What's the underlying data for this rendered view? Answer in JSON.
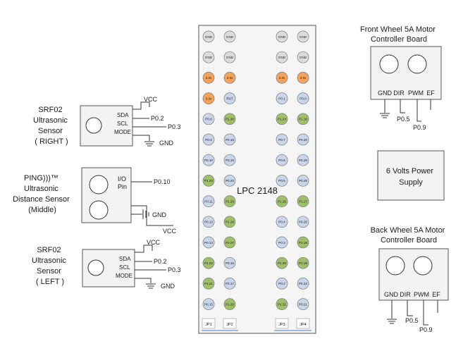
{
  "colors": {
    "gnd": "#dcdcdc",
    "v33": "#f2a35e",
    "p0": "#c9d6ea",
    "p1": "#9fbf6a",
    "pin_stroke": "#7a7a7a",
    "header_line": "#7ea6d8"
  },
  "board": {
    "label": "LPC 2148",
    "headers": [
      "JP1",
      "JP2",
      "JP3",
      "JP4"
    ],
    "columns": [
      [
        {
          "label": "GND",
          "type": "gnd"
        },
        {
          "label": "GND",
          "type": "gnd"
        },
        {
          "label": "3.3v",
          "type": "v33"
        },
        {
          "label": "3.3v",
          "type": "v33"
        },
        {
          "label": "P0.8",
          "type": "p0"
        },
        {
          "label": "P0.9",
          "type": "p0"
        },
        {
          "label": "P0.10",
          "type": "p0"
        },
        {
          "label": "P1.23",
          "type": "p1"
        },
        {
          "label": "P0.11",
          "type": "p0"
        },
        {
          "label": "P0.12",
          "type": "p0"
        },
        {
          "label": "P0.13",
          "type": "p0"
        },
        {
          "label": "P1.22",
          "type": "p1"
        },
        {
          "label": "P1.21",
          "type": "p1"
        },
        {
          "label": "P0.15",
          "type": "p0"
        }
      ],
      [
        {
          "label": "GND",
          "type": "gnd"
        },
        {
          "label": "GND",
          "type": "gnd"
        },
        {
          "label": "3.3v",
          "type": "v33"
        },
        {
          "label": "RST",
          "type": "p0"
        },
        {
          "label": "P1.30",
          "type": "p1"
        },
        {
          "label": "P0.18",
          "type": "p0"
        },
        {
          "label": "P0.19",
          "type": "p0"
        },
        {
          "label": "P0.20",
          "type": "p0"
        },
        {
          "label": "P1.29",
          "type": "p1"
        },
        {
          "label": "P1.28",
          "type": "p1"
        },
        {
          "label": "P1.27",
          "type": "p1"
        },
        {
          "label": "P0.16",
          "type": "p0"
        },
        {
          "label": "P0.17",
          "type": "p0"
        },
        {
          "label": "P1.20",
          "type": "p1"
        }
      ],
      [
        {
          "label": "GND",
          "type": "gnd"
        },
        {
          "label": "GND",
          "type": "gnd"
        },
        {
          "label": "3.3v",
          "type": "v33"
        },
        {
          "label": "P0.1",
          "type": "p0"
        },
        {
          "label": "P1.24",
          "type": "p1"
        },
        {
          "label": "P0.7",
          "type": "p0"
        },
        {
          "label": "P0.6",
          "type": "p0"
        },
        {
          "label": "P0.5",
          "type": "p0"
        },
        {
          "label": "P1.25",
          "type": "p1"
        },
        {
          "label": "P0.4",
          "type": "p0"
        },
        {
          "label": "P0.3",
          "type": "p0"
        },
        {
          "label": "P1.26",
          "type": "p1"
        },
        {
          "label": "P0.2",
          "type": "p0"
        },
        {
          "label": "P1.31",
          "type": "p1"
        }
      ],
      [
        {
          "label": "GND",
          "type": "gnd"
        },
        {
          "label": "GND",
          "type": "gnd"
        },
        {
          "label": "3.3v",
          "type": "v33"
        },
        {
          "label": "P0.0",
          "type": "p0"
        },
        {
          "label": "P1.16",
          "type": "p1"
        },
        {
          "label": "P0.30",
          "type": "p0"
        },
        {
          "label": "P0.29",
          "type": "p0"
        },
        {
          "label": "P0.28",
          "type": "p0"
        },
        {
          "label": "P1.17",
          "type": "p1"
        },
        {
          "label": "P0.25",
          "type": "p0"
        },
        {
          "label": "P1.18",
          "type": "p1"
        },
        {
          "label": "P1.19",
          "type": "p1"
        },
        {
          "label": "P0.22",
          "type": "p0"
        },
        {
          "label": "P0.21",
          "type": "p0"
        }
      ]
    ]
  },
  "sensor_right": {
    "title": [
      "SRF02",
      "Ultrasonic",
      "Sensor",
      "( RIGHT )"
    ],
    "pins": [
      "SDA",
      "SCL",
      "MODE"
    ],
    "vcc": "VCC",
    "sda_net": "P0.2",
    "scl_net": "P0.3",
    "gnd": "GND"
  },
  "ping_sensor": {
    "title": [
      "PING)))™",
      "Ultrasonic",
      "Distance Sensor",
      "(Middle)"
    ],
    "io_label": "I/O",
    "pin_label": "Pin",
    "io_net": "P0.10",
    "gnd": "GND",
    "vcc": "VCC"
  },
  "sensor_left": {
    "title": [
      "SRF02",
      "Ultrasonic",
      "Sensor",
      "( LEFT )"
    ],
    "pins": [
      "SDA",
      "SCL",
      "MODE"
    ],
    "vcc": "VCC",
    "sda_net": "P0.2",
    "scl_net": "P0.3",
    "gnd": "GND"
  },
  "front_motor": {
    "title": [
      "Front Wheel 5A Motor",
      "Controller Board"
    ],
    "pins": [
      "GND",
      "DIR",
      "PWM",
      "EF"
    ],
    "dir_net": "P0.5",
    "pwm_net": "P0.9"
  },
  "power_supply": {
    "title": [
      "6 Volts Power",
      "Supply"
    ]
  },
  "back_motor": {
    "title": [
      "Back Wheel 5A Motor",
      "Controller Board"
    ],
    "pins": [
      "GND",
      "DIR",
      "PWM",
      "EF"
    ],
    "dir_net": "P0.5",
    "pwm_net": "P0.9"
  }
}
